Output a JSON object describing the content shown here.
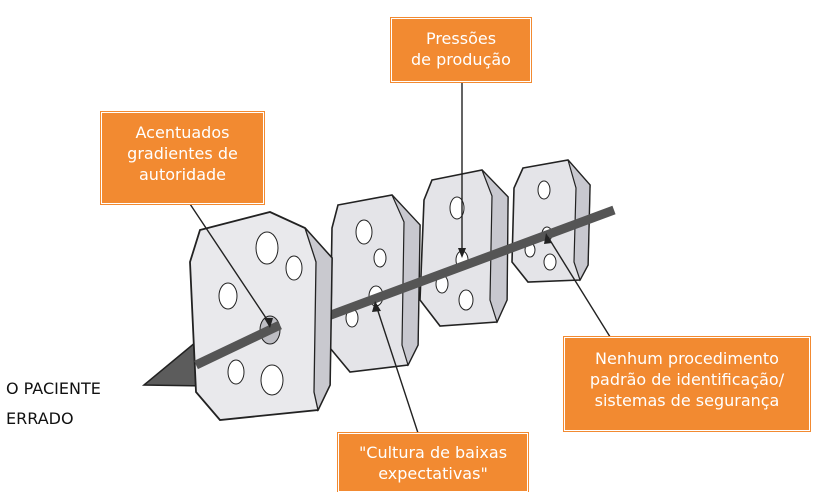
{
  "callouts": {
    "authority": {
      "line1": "Acentuados",
      "line2": "gradientes de",
      "line3": "autoridade"
    },
    "production": {
      "line1": "Pressões",
      "line2": "de produção"
    },
    "procedure": {
      "line1": "Nenhum procedimento",
      "line2": "padrão de identificação/",
      "line3": "sistemas de segurança"
    },
    "culture": {
      "line1": "\"Cultura de baixas",
      "line2": "expectativas\""
    }
  },
  "outcome": {
    "line1": "O PACIENTE",
    "line2": "ERRADO"
  },
  "colors": {
    "callout": "#f28a31",
    "slice": "#e7e7ea",
    "slice_dark": "#c9c9cf",
    "arrow": "#5c5c5c"
  }
}
